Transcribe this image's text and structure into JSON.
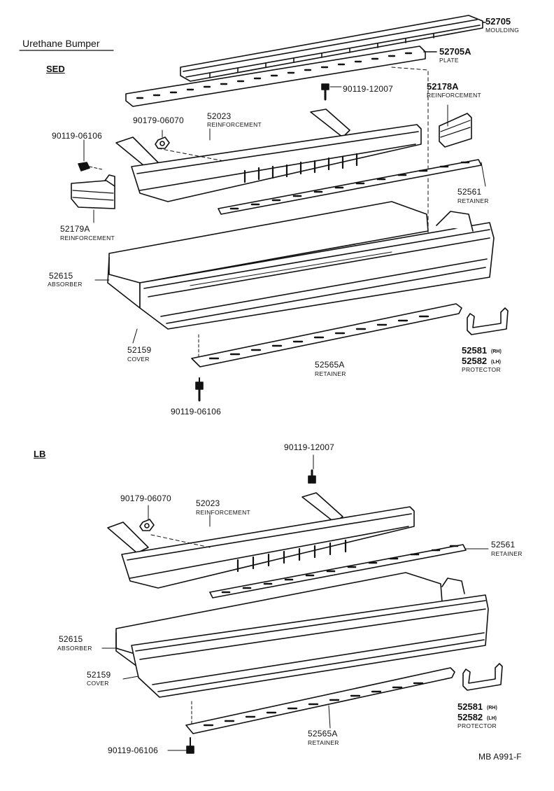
{
  "header": {
    "title": "Urethane Bumper",
    "figure_code": "MB A991-F"
  },
  "sed": {
    "label": "SED",
    "moulding": {
      "part": "52705",
      "name": "MOULDING"
    },
    "plate": {
      "part": "52705A",
      "name": "PLATE"
    },
    "bolt_top": {
      "part": "90119-12007"
    },
    "reinf_right": {
      "part": "52178A",
      "name": "REINFORCEMENT"
    },
    "nut": {
      "part": "90179-06070"
    },
    "reinf_main": {
      "part": "52023",
      "name": "REINFORCEMENT"
    },
    "bolt_left": {
      "part": "90119-06106"
    },
    "retainer_upper": {
      "part": "52561",
      "name": "RETAINER"
    },
    "reinf_left": {
      "part": "52179A",
      "name": "REINFORCEMENT"
    },
    "absorber": {
      "part": "52615",
      "name": "ABSORBER"
    },
    "cover": {
      "part": "52159",
      "name": "COVER"
    },
    "protector": {
      "part_rh": "52581",
      "rh": "(RH)",
      "part_lh": "52582",
      "lh": "(LH)",
      "name": "PROTECTOR"
    },
    "retainer_lower": {
      "part": "52565A",
      "name": "RETAINER"
    },
    "bolt_bottom": {
      "part": "90119-06106"
    }
  },
  "lb": {
    "label": "LB",
    "bolt_top": {
      "part": "90119-12007"
    },
    "nut": {
      "part": "90179-06070"
    },
    "reinf_main": {
      "part": "52023",
      "name": "REINFORCEMENT"
    },
    "retainer_upper": {
      "part": "52561",
      "name": "RETAINER"
    },
    "absorber": {
      "part": "52615",
      "name": "ABSORBER"
    },
    "cover": {
      "part": "52159",
      "name": "COVER"
    },
    "protector": {
      "part_rh": "52581",
      "rh": "(RH)",
      "part_lh": "52582",
      "lh": "(LH)",
      "name": "PROTECTOR"
    },
    "retainer_lower": {
      "part": "52565A",
      "name": "RETAINER"
    },
    "bolt_bottom": {
      "part": "90119-06106"
    }
  }
}
